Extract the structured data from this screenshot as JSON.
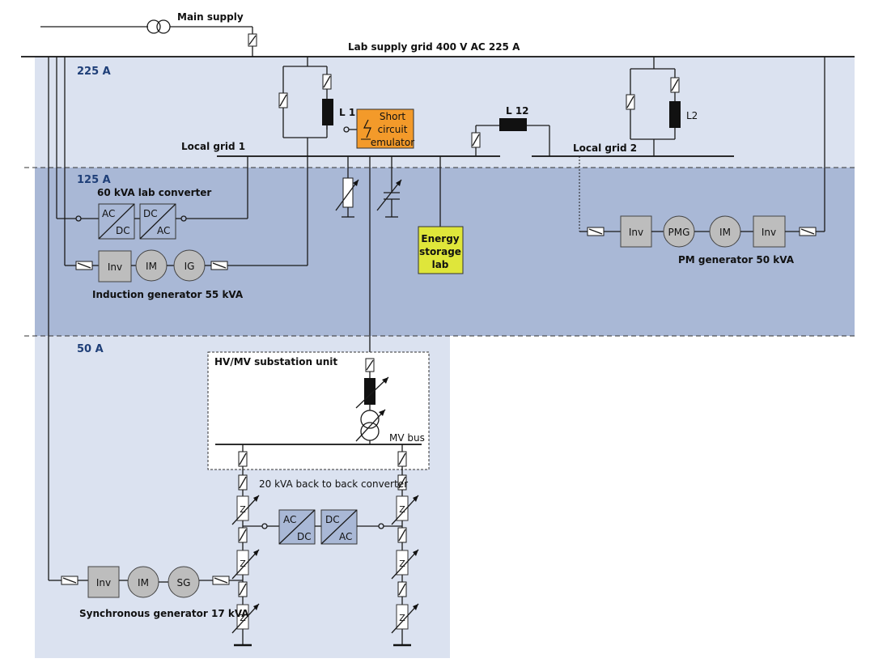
{
  "colors": {
    "zone_225": "#dbe2f0",
    "zone_125": "#a9b8d6",
    "zone_50": "#dbe2f0",
    "zone_label": "#1f3f78",
    "short_circuit": "#f39a2a",
    "energy_storage": "#dfe63a"
  },
  "title": {
    "main_supply": "Main supply",
    "lab_grid": "Lab supply grid 400 V AC 225 A"
  },
  "zones": {
    "z225": "225 A",
    "z125": "125 A",
    "z50": "50 A"
  },
  "grids": {
    "local1": "Local grid  1",
    "local2": "Local grid  2",
    "mv_bus": "MV bus"
  },
  "inductors": {
    "l1": "L 1",
    "l12": "L 12",
    "l2": "L2"
  },
  "blocks": {
    "short_circuit": [
      "Short",
      "circuit",
      "emulator"
    ],
    "energy_storage": [
      "Energy",
      "storage",
      "lab"
    ],
    "substation": "HV/MV substation unit"
  },
  "converters": {
    "lab60_title": "60 kVA lab converter",
    "b2b_title": "20 kVA back to back converter",
    "ac": "AC",
    "dc": "DC"
  },
  "machines": {
    "inv": "Inv",
    "im": "IM",
    "ig": "IG",
    "pmg": "PMG",
    "sg": "SG",
    "z": "Z"
  },
  "generators": {
    "induction": "Induction generator 55 kVA",
    "pm": "PM generator 50 kVA",
    "synchronous": "Synchronous generator 17 kVA"
  }
}
